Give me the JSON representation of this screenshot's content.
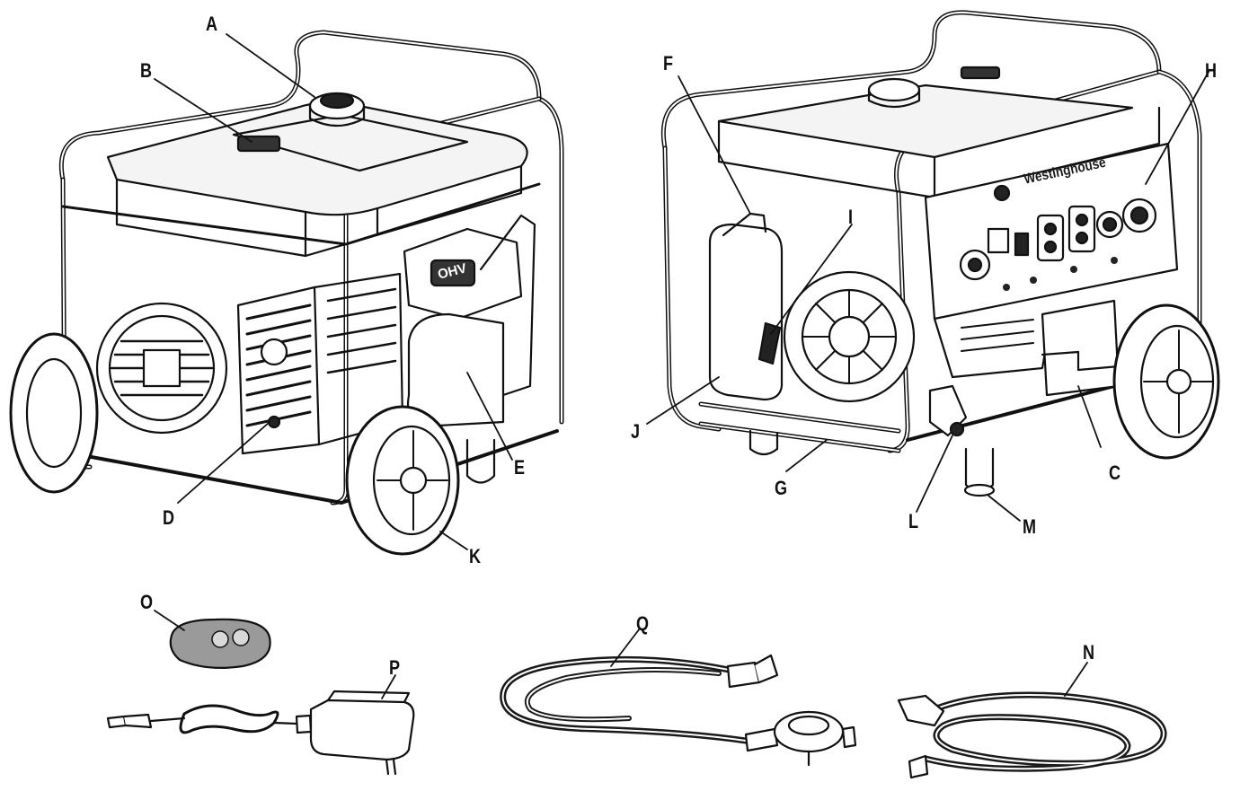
{
  "labels": {
    "a": "A",
    "b": "B",
    "c": "C",
    "d": "D",
    "e": "E",
    "f": "F",
    "g": "G",
    "h": "H",
    "i": "I",
    "j": "J",
    "k": "K",
    "l": "L",
    "m": "M",
    "n": "N",
    "o": "O",
    "p": "P",
    "q": "Q"
  },
  "brand": "Westinghouse",
  "engine_badge": "OHV",
  "colors": {
    "ink": "#111111",
    "hose": "#1a1a1a",
    "paper": "#ffffff",
    "key_fob": "#9a9a9a"
  }
}
